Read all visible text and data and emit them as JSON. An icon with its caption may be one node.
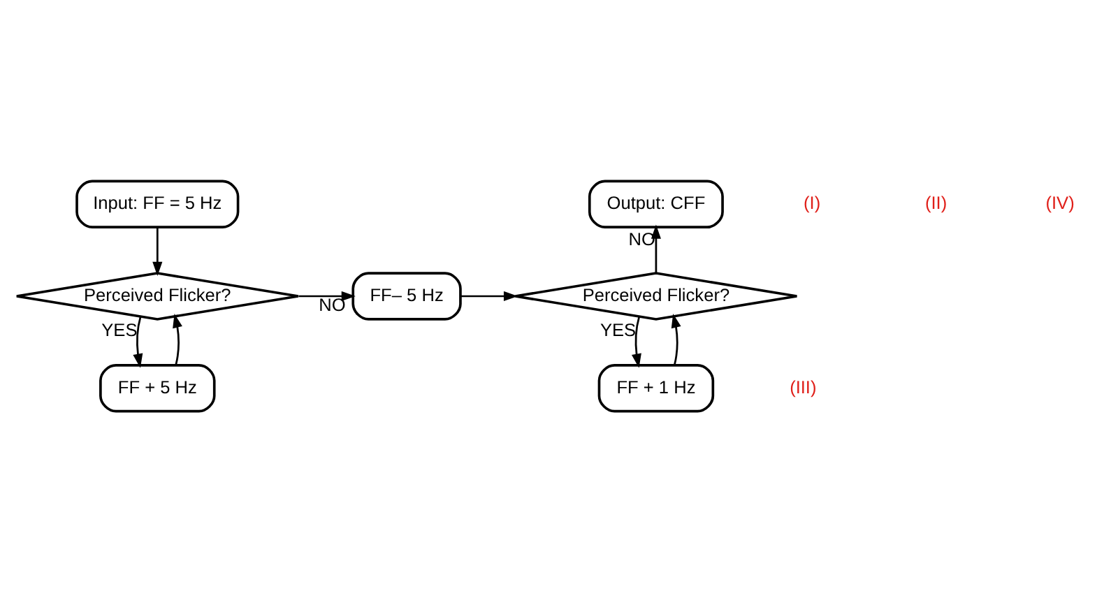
{
  "diagram": {
    "nodes": [
      {
        "text": [
          "Input: FF = 5 Hz"
        ]
      },
      {
        "text": [
          "Perceived Flicker?"
        ]
      },
      {
        "text": [
          "FF + 5 Hz"
        ]
      },
      {
        "text": [
          "FF– 5 Hz"
        ]
      },
      {
        "text": [
          "Perceived Flicker?"
        ]
      },
      {
        "text": [
          "FF + 1 Hz"
        ]
      },
      {
        "text": [
          "Output: CFF"
        ]
      }
    ],
    "edges": [
      {
        "from": 0,
        "to": 1,
        "arrow": "to"
      },
      {
        "from": 1,
        "to": 2,
        "arrow": "to",
        "label": "YES"
      },
      {
        "from": 2,
        "to": 1,
        "arrow": "to"
      },
      {
        "from": 1,
        "to": 3,
        "arrow": "to",
        "label": "NO"
      },
      {
        "from": 3,
        "to": 4,
        "arrow": "to"
      },
      {
        "from": 4,
        "to": 5,
        "arrow": "to",
        "label": "YES"
      },
      {
        "from": 5,
        "to": 4,
        "arrow": "to"
      },
      {
        "from": 4,
        "to": 6,
        "arrow": "to",
        "label": "NO"
      }
    ],
    "labels": [
      "(I)",
      "(II)",
      "(IV)",
      "(III)"
    ]
  }
}
